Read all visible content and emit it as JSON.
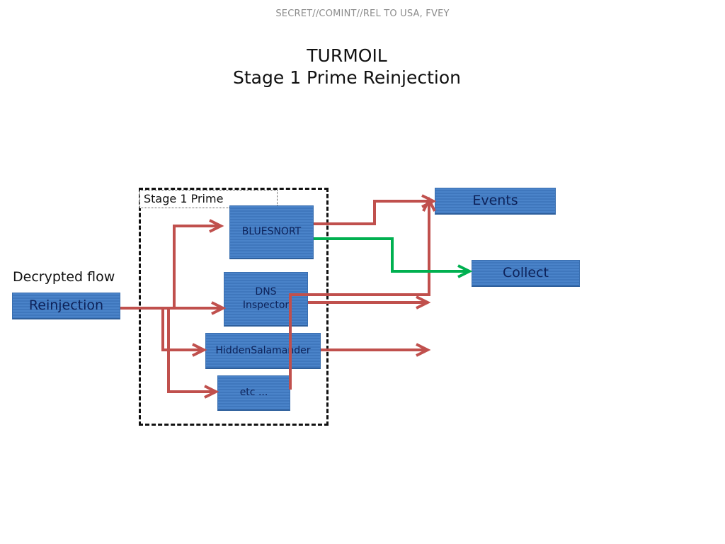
{
  "header": {
    "classification": "SECRET//COMINT//REL TO USA, FVEY",
    "title_line1": "TURMOIL",
    "title_line2": "Stage 1 Prime Reinjection"
  },
  "diagram": {
    "input_label": "Decrypted flow",
    "stage_label": "Stage 1 Prime",
    "nodes": {
      "reinjection": "Reinjection",
      "bluesnort": "BLUESNORT",
      "dns_inspector_line1": "DNS",
      "dns_inspector_line2": "Inspector",
      "hidden_salamander": "HiddenSalamander",
      "etc": "etc ...",
      "events": "Events",
      "collect": "Collect"
    },
    "colors": {
      "box_fill": "#4a83c9",
      "box_text": "#0d2259",
      "flow_arrow": "#c0504d",
      "collect_arrow": "#00b050"
    }
  }
}
